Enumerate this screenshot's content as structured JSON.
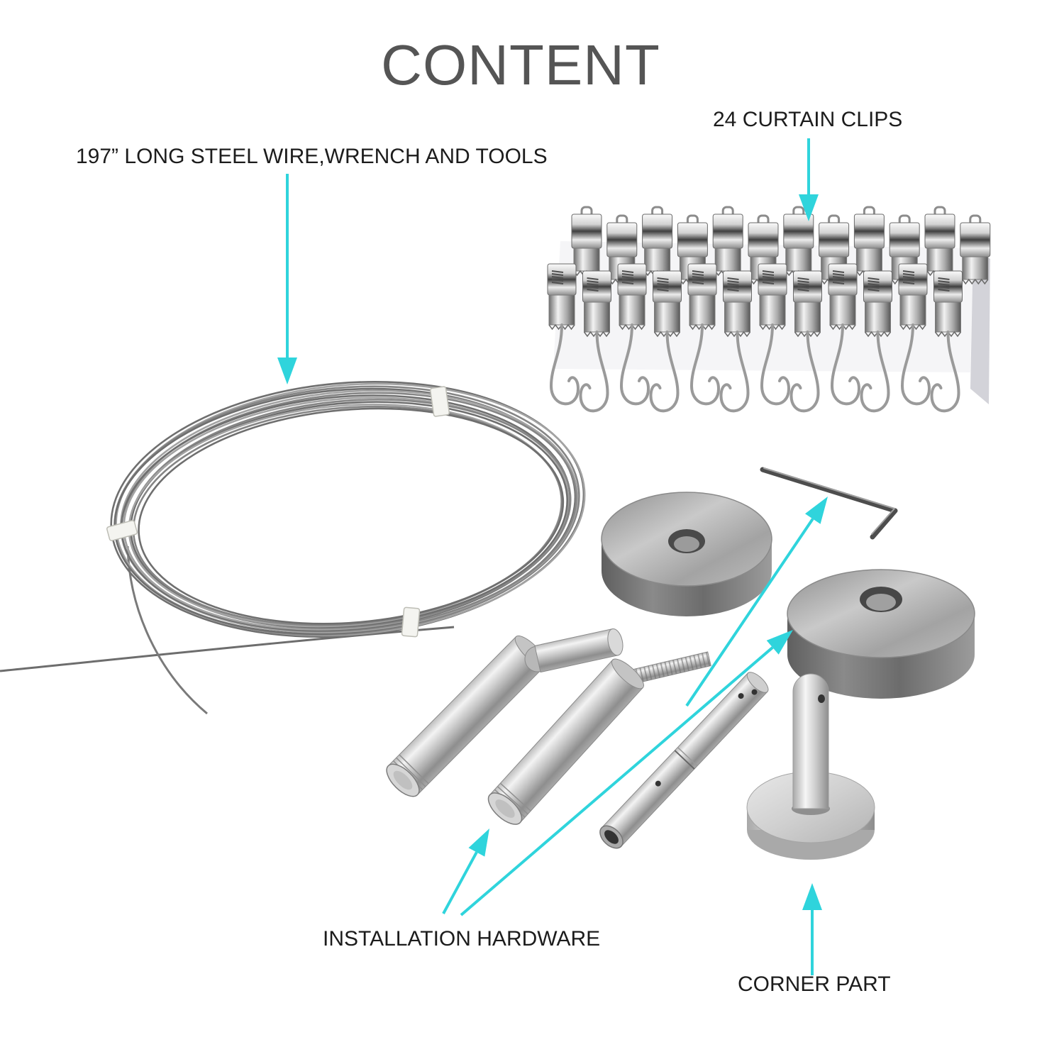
{
  "title": "CONTENT",
  "labels": {
    "steel_wire": "197” LONG STEEL WIRE,WRENCH AND TOOLS",
    "curtain_clips": "24 CURTAIN CLIPS",
    "installation_hardware": "INSTALLATION HARDWARE",
    "corner_part": "CORNER PART"
  },
  "colors": {
    "background": "#ffffff",
    "title_text": "#555555",
    "label_text": "#1c1c1c",
    "arrow": "#2fd4dc"
  }
}
